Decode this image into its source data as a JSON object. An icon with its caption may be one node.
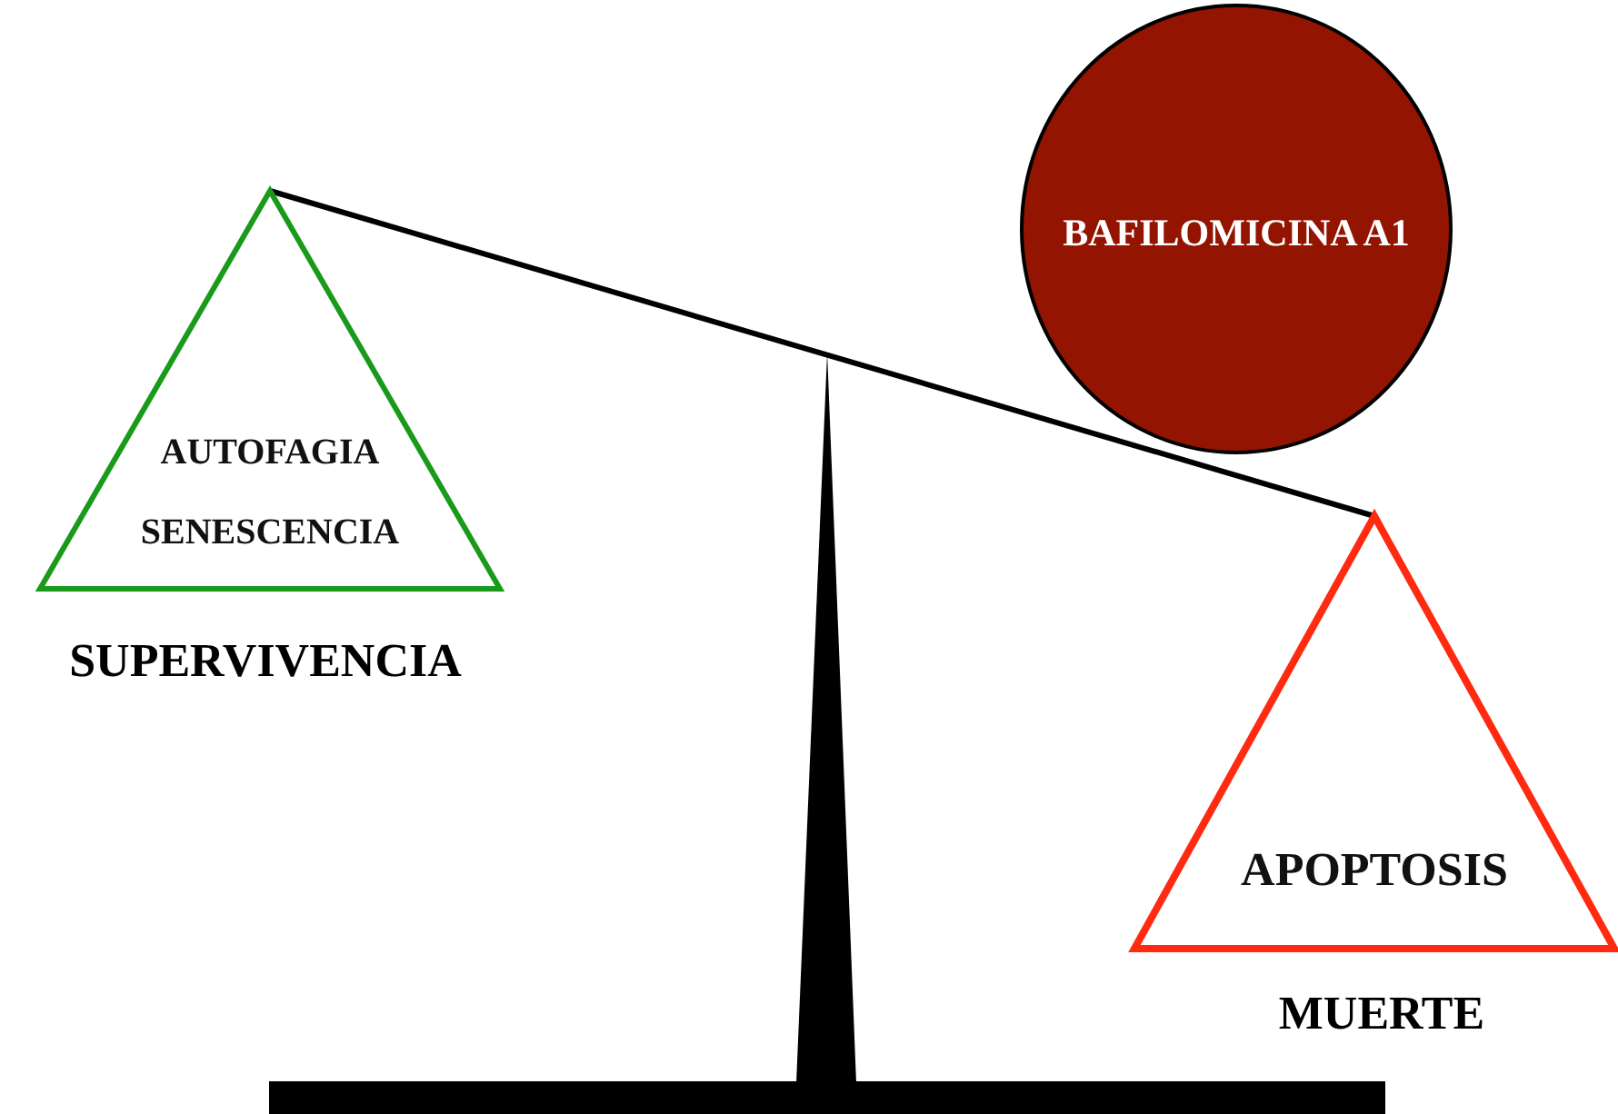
{
  "diagram": {
    "nodes": [
      {
        "text": [
          "AUTOFAGIA",
          "SENESCENCIA"
        ],
        "beside": [
          "SUPERVIVENCIA"
        ]
      },
      {
        "text": [
          "APOPTOSIS"
        ],
        "beside": [
          "MUERTE"
        ]
      },
      {
        "text": [
          "BAFILOMICINA A1"
        ]
      }
    ],
    "edges": [
      {
        "from": 0,
        "to": 1,
        "arrow": "none"
      }
    ]
  }
}
